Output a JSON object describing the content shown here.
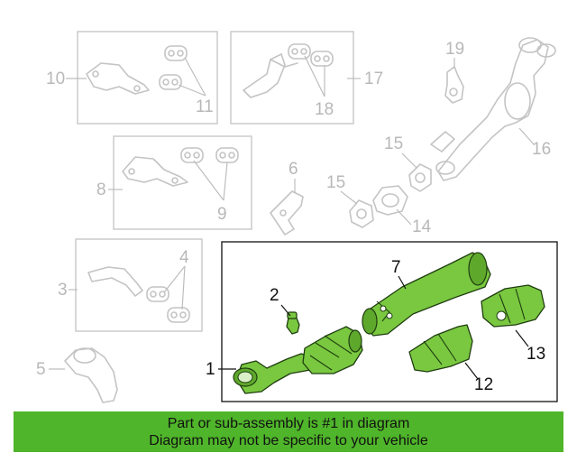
{
  "callouts": {
    "c1": "1",
    "c2": "2",
    "c3": "3",
    "c4": "4",
    "c5": "5",
    "c6": "6",
    "c7": "7",
    "c8": "8",
    "c9": "9",
    "c10": "10",
    "c11": "11",
    "c12": "12",
    "c13": "13",
    "c14": "14",
    "c15a": "15",
    "c15b": "15",
    "c16": "16",
    "c17": "17",
    "c18": "18",
    "c19": "19"
  },
  "banner": {
    "line1": "Part or sub-assembly is #1 in diagram",
    "line2": "Diagram may not be specific to your vehicle"
  },
  "colors": {
    "highlight": "#79c840",
    "banner": "#4fb52a",
    "ghost": "#c4c4c4"
  }
}
